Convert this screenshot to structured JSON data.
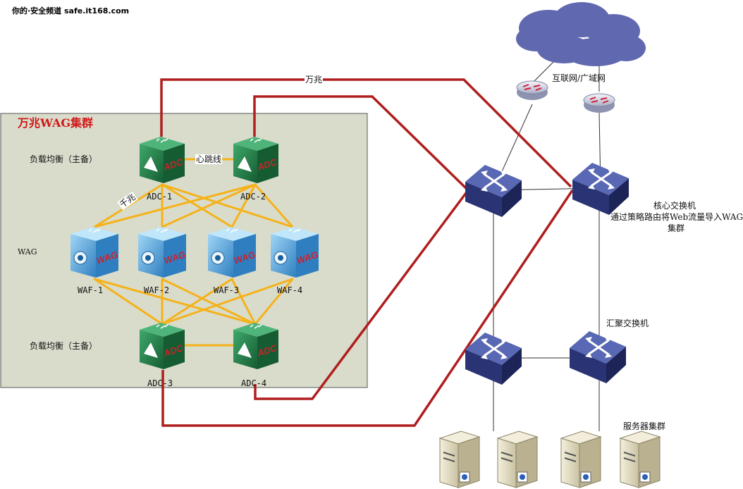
{
  "watermark": "你的·安全频道 safe.it168.com",
  "cluster": {
    "title": "万兆WAG集群",
    "wag_label": "WAG"
  },
  "labels": {
    "lb_top": "负载均衡（主备）",
    "lb_bottom": "负载均衡（主备）",
    "heartbeat": "心跳线",
    "gigabit": "千兆",
    "ten_gigabit": "万兆",
    "internet": "互联网/广域网",
    "core_switch": "核心交换机",
    "core_desc_line1": "通过策略路由将Web流量导入WAG",
    "core_desc_line2": "集群",
    "agg_switch": "汇聚交换机",
    "server_cluster": "服务器集群"
  },
  "devices": {
    "adc1": {
      "name": "ADC-1",
      "badge": "ADC"
    },
    "adc2": {
      "name": "ADC-2",
      "badge": "ADC"
    },
    "adc3": {
      "name": "ADC-3",
      "badge": "ADC"
    },
    "adc4": {
      "name": "ADC-4",
      "badge": "ADC"
    },
    "waf1": {
      "name": "WAF-1",
      "badge": "WAG"
    },
    "waf2": {
      "name": "WAF-2",
      "badge": "WAG"
    },
    "waf3": {
      "name": "WAF-3",
      "badge": "WAG"
    },
    "waf4": {
      "name": "WAF-4",
      "badge": "WAG"
    }
  },
  "colors": {
    "cluster_bg": "#d9dccb",
    "red_link": "#b01e1e",
    "yellow_link": "#f5b21a",
    "adc_green": "#1f7a44",
    "wag_blue": "#4aa3dc",
    "switch_navy": "#2e3a7c",
    "cloud": "#6068b0"
  }
}
